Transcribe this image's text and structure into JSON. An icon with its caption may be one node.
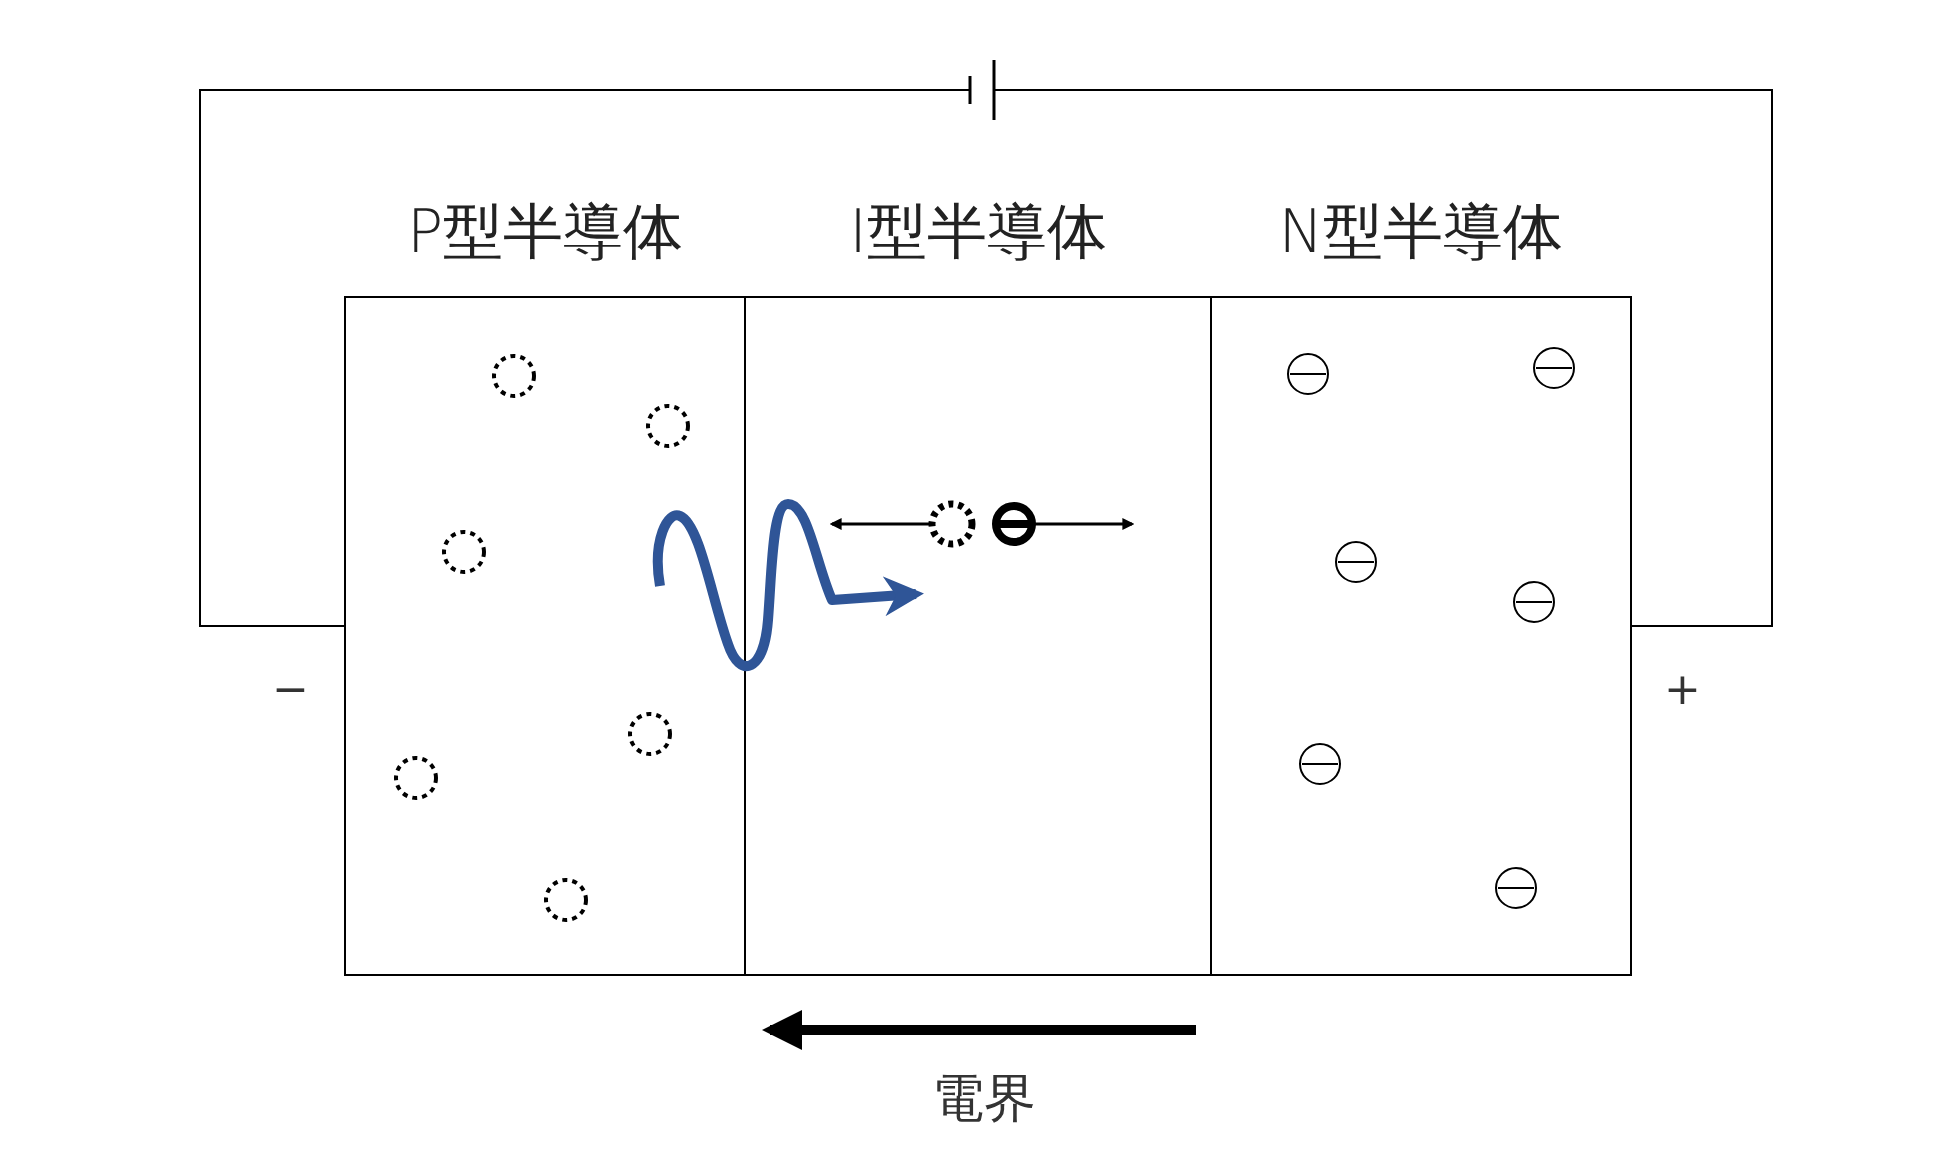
{
  "diagram": {
    "nodes": [
      {
        "text": [
          "P型半導体"
        ],
        "beside": [
          "−"
        ]
      },
      {
        "text": [
          "I型半導体"
        ]
      },
      {
        "text": [
          "N型半導体"
        ],
        "beside": [
          "+"
        ]
      }
    ],
    "edges": [
      {
        "from": 0,
        "to": 1,
        "arrow": "to"
      }
    ],
    "labels": [
      "電界"
    ]
  }
}
